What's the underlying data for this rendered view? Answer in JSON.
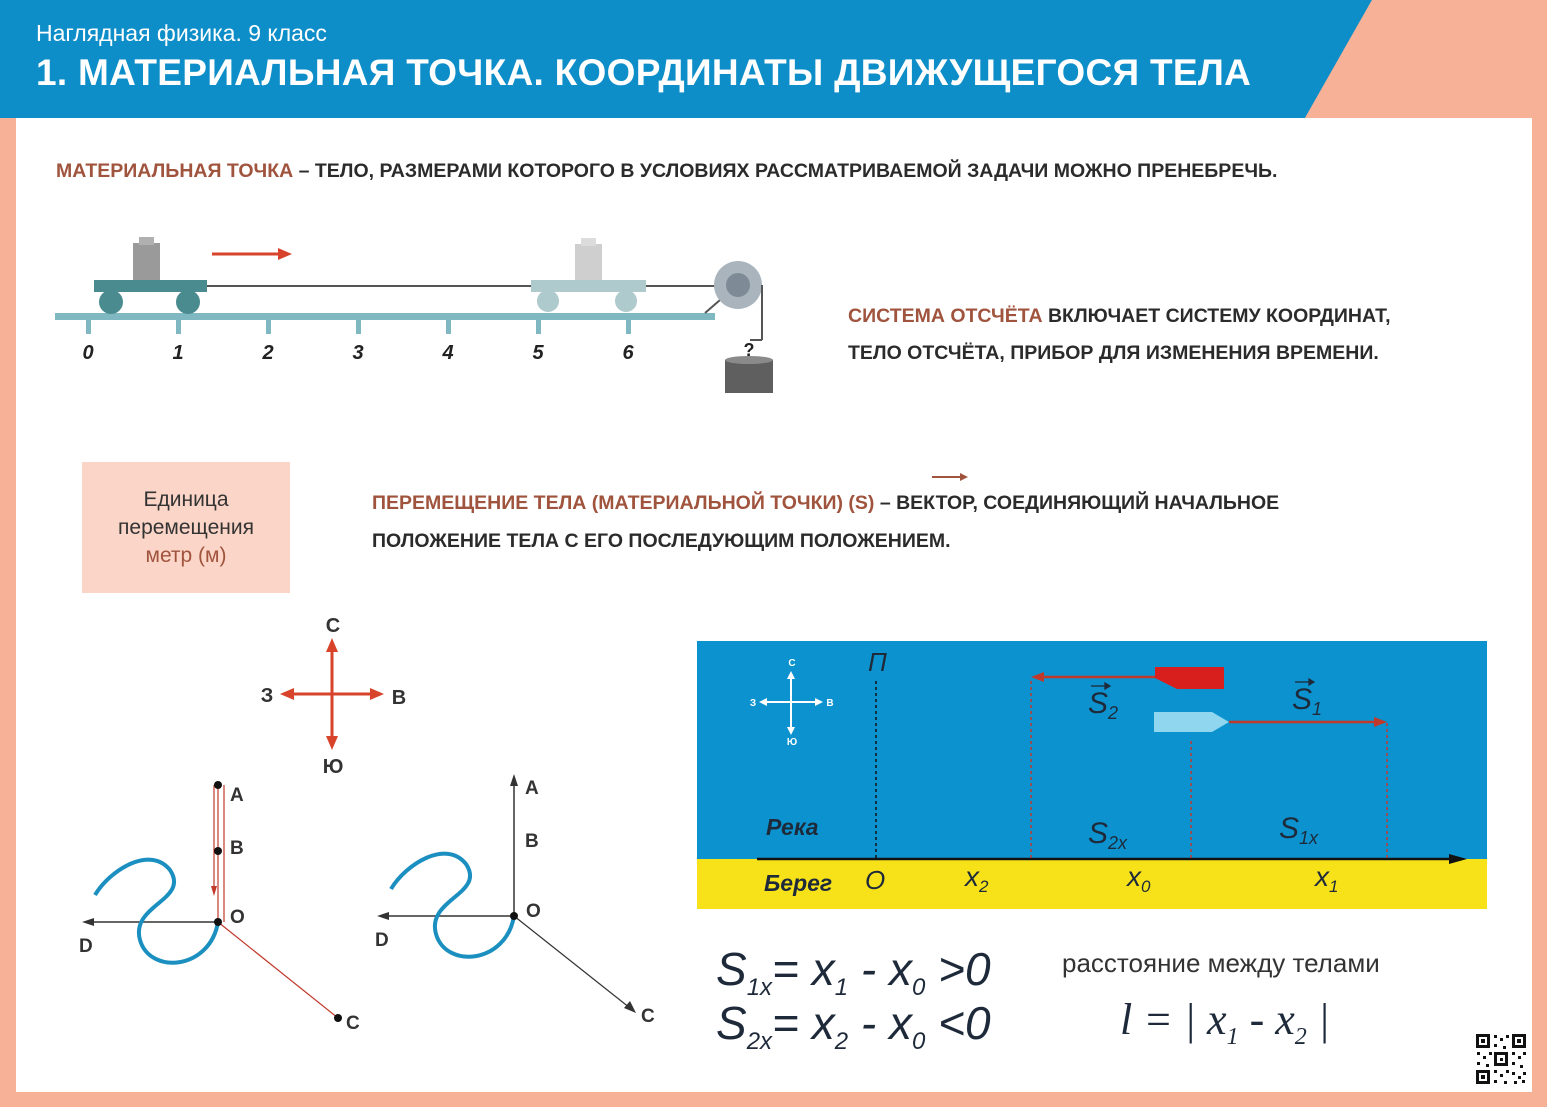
{
  "header": {
    "subtitle": "Наглядная физика. 9 класс",
    "title": "1. МАТЕРИАЛЬНАЯ ТОЧКА. КООРДИНАТЫ ДВИЖУЩЕГОСЯ ТЕЛА",
    "colors": {
      "blue": "#0e8ec8",
      "orange": "#f7b196"
    }
  },
  "material_point": {
    "term": "МАТЕРИАЛЬНАЯ ТОЧКА",
    "rest": " – ТЕЛО, РАЗМЕРАМИ КОТОРОГО В УСЛОВИЯХ РАССМАТРИВАЕМОЙ ЗАДАЧИ МОЖНО ПРЕНЕБРЕЧЬ."
  },
  "ruler": {
    "ticks": [
      "0",
      "1",
      "2",
      "3",
      "4",
      "5",
      "6"
    ],
    "weight_label": "?"
  },
  "reference_system": {
    "term": "СИСТЕМА ОТСЧЁТА",
    "line1_rest": " ВКЛЮЧАЕТ СИСТЕМУ КООРДИНАТ,",
    "line2": "ТЕЛО ОТСЧЁТА, ПРИБОР ДЛЯ ИЗМЕНЕНИЯ ВРЕМЕНИ."
  },
  "unit_box": {
    "line1": "Единица",
    "line2": "перемещения",
    "line3": "метр (м)"
  },
  "displacement": {
    "term": "ПЕРЕМЕЩЕНИЕ ТЕЛА (МАТЕРИАЛЬНОЙ ТОЧКИ) (S)",
    "line1_rest": " – ВЕКТОР, СОЕДИНЯЮЩИЙ НАЧАЛЬНОЕ",
    "line2": "ПОЛОЖЕНИЕ ТЕЛА С ЕГО ПОСЛЕДУЮЩИМ ПОЛОЖЕНИЕМ."
  },
  "compass": {
    "north": "С",
    "south": "Ю",
    "west": "З",
    "east": "В"
  },
  "paths_left": {
    "a": "A",
    "b": "B",
    "o": "O",
    "d": "D",
    "c": "C"
  },
  "paths_right": {
    "a": "A",
    "b": "B",
    "o": "O",
    "d": "D",
    "c": "C"
  },
  "river": {
    "p_label": "П",
    "s2": "S",
    "s2_sub": "2",
    "s1": "S",
    "s1_sub": "1",
    "river_label": "Река",
    "s2x": "S",
    "s2x_sub": "2x",
    "s1x": "S",
    "s1x_sub": "1x",
    "shore_label": "Берег",
    "o_label": "O",
    "x2": "x",
    "x2_sub": "2",
    "x0": "x",
    "x0_sub": "0",
    "x1": "x",
    "x1_sub": "1",
    "compass_n": "С",
    "compass_s": "Ю",
    "compass_w": "З",
    "compass_e": "В"
  },
  "formulas": {
    "f1_s": "S",
    "f1_s_sub": "1x",
    "f1_eq": "= x",
    "f1_x1_sub": "1",
    "f1_minus": " - x",
    "f1_x0_sub": "0",
    "f1_rel": " >0",
    "f2_s": "S",
    "f2_s_sub": "2x",
    "f2_eq": "= x",
    "f2_x2_sub": "2",
    "f2_minus": " - x",
    "f2_x0_sub": "0",
    "f2_rel": " <0"
  },
  "distance": {
    "label": "расстояние между телами",
    "l": "l",
    "eq": " = | x",
    "x1_sub": "1",
    "minus": " - x",
    "x2_sub": "2",
    "end": " |"
  }
}
